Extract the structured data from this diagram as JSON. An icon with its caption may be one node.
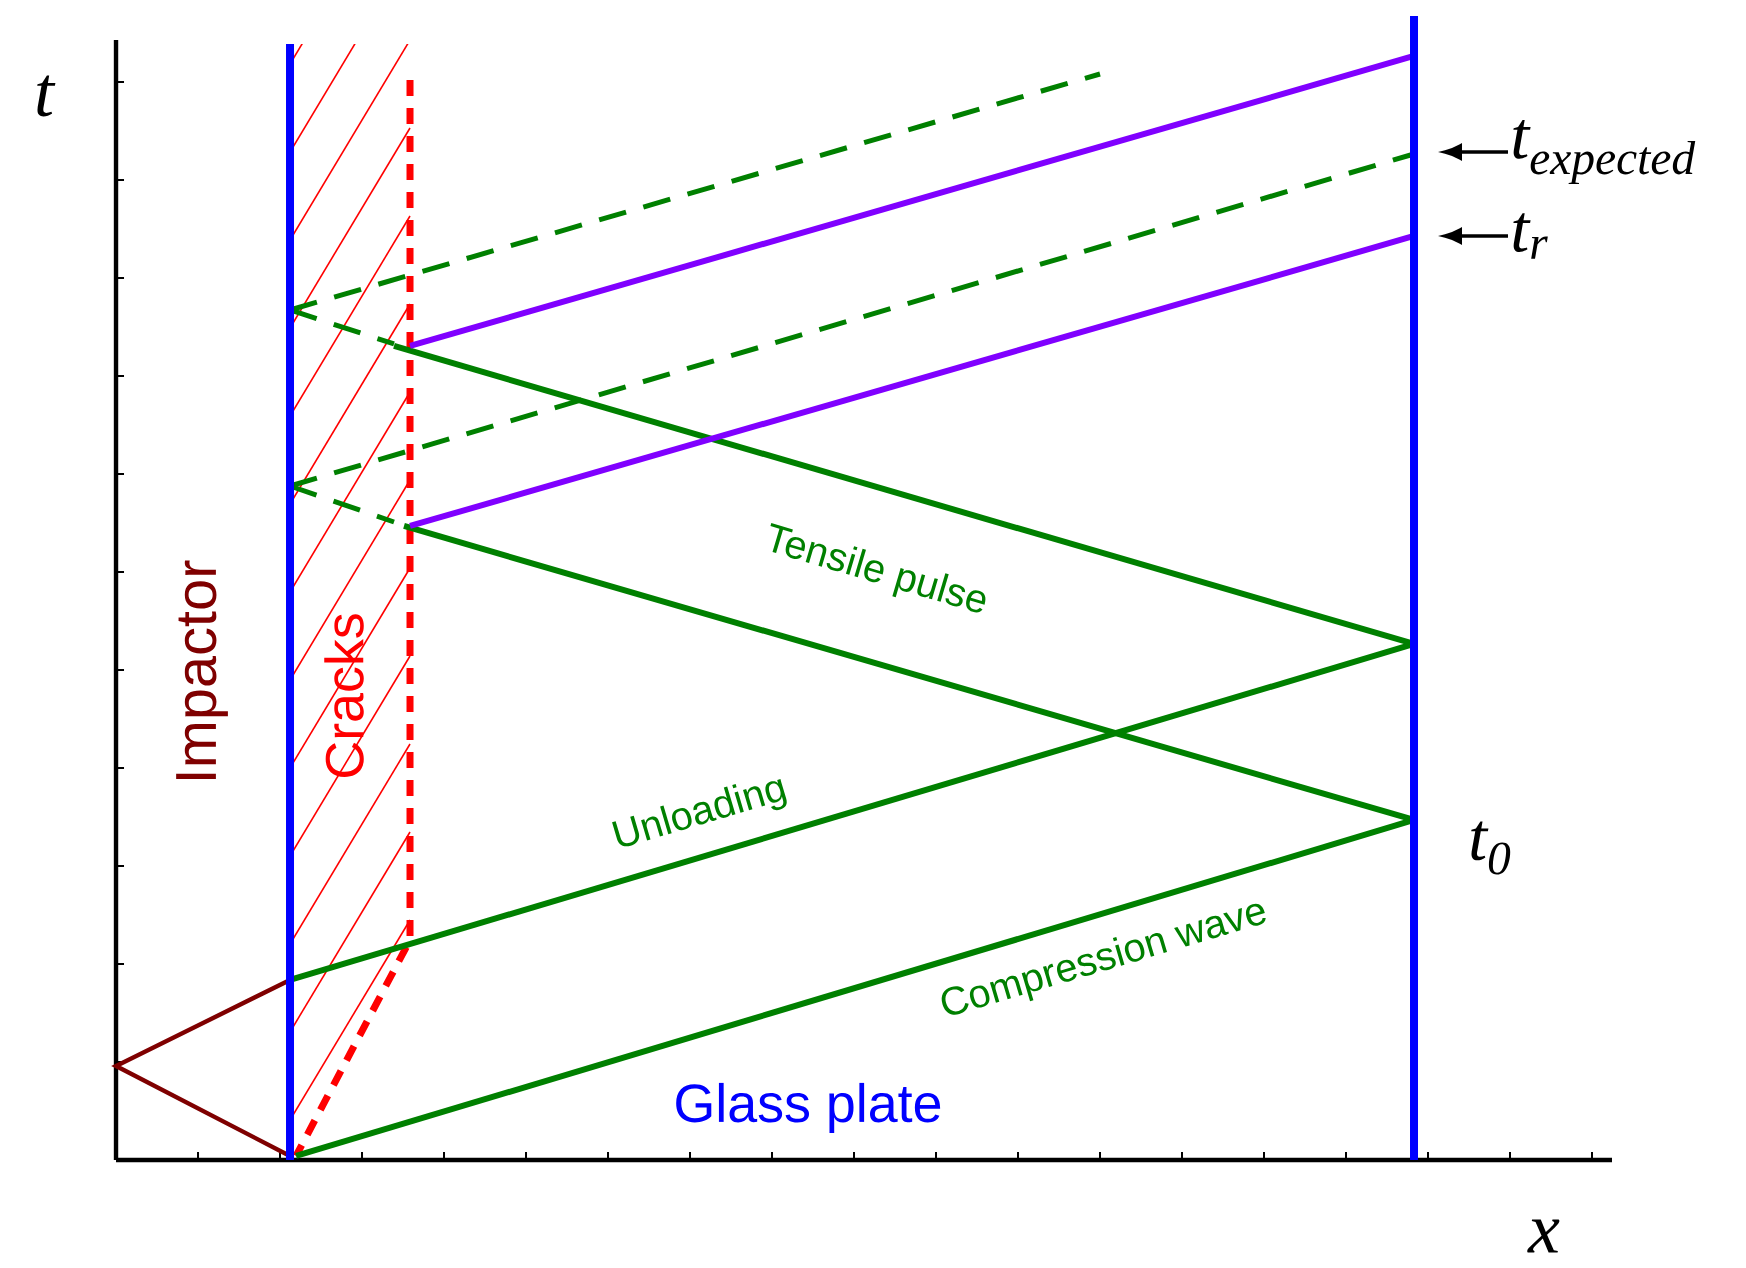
{
  "diagram": {
    "nodes": [
      {
        "text": [
          "t$_{expected}$"
        ]
      },
      {
        "text": [
          "t$_{r}$"
        ]
      }
    ],
    "edges": [
      {
        "from": 0,
        "to": null,
        "arrow": "to"
      },
      {
        "from": 1,
        "to": null,
        "arrow": "to"
      }
    ],
    "labels": [
      "t",
      "x",
      "Impactor",
      "Cracks",
      "Tensile pulse",
      "Unloading",
      "Compression wave",
      "Glass plate",
      "t$_{0}$"
    ]
  }
}
